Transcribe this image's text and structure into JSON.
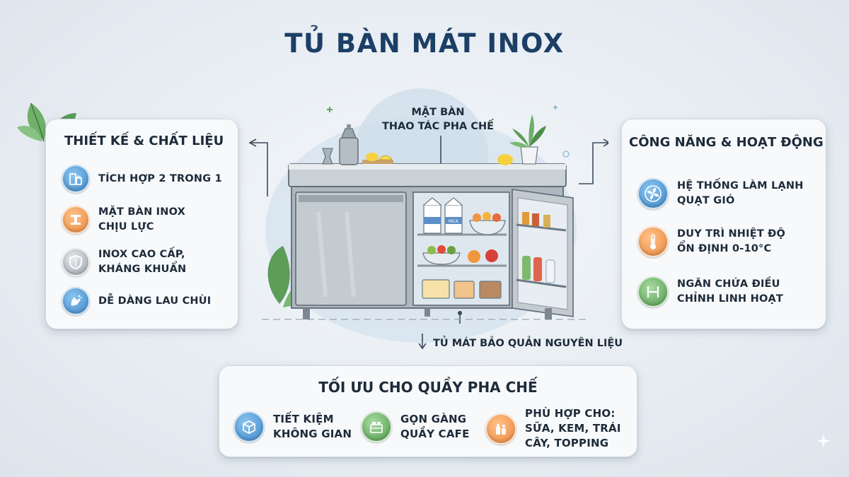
{
  "title": "TỦ BÀN MÁT INOX",
  "left_panel": {
    "title": "THIẾT KẾ & CHẤT LIỆU",
    "items": [
      {
        "icon": "fridge-combo-icon",
        "line1": "TÍCH HỢP 2 TRONG 1",
        "line2": ""
      },
      {
        "icon": "steel-beam-icon",
        "line1": "MẶT BÀN INOX",
        "line2": "CHỊU LỰC"
      },
      {
        "icon": "shield-icon",
        "line1": "INOX CAO CẤP,",
        "line2": "KHÁNG KHUẨN"
      },
      {
        "icon": "cleaning-hand-icon",
        "line1": "DỄ DÀNG LAU CHÙI",
        "line2": ""
      }
    ]
  },
  "right_panel": {
    "title": "CÔNG NĂNG & HOẠT ĐỘNG",
    "items": [
      {
        "icon": "fan-icon",
        "line1": "HỆ THỐNG LÀM LẠNH",
        "line2": "QUẠT GIÓ"
      },
      {
        "icon": "thermometer-icon",
        "line1": "DUY TRÌ NHIỆT ĐỘ",
        "line2": "ỔN ĐỊNH 0-10°C"
      },
      {
        "icon": "shelf-adjust-icon",
        "line1": "NGĂN CHỨA ĐIỀU",
        "line2": "CHỈNH LINH HOẠT"
      }
    ]
  },
  "bottom_panel": {
    "title": "TỐI ƯU CHO QUẦY PHA CHẾ",
    "items": [
      {
        "icon": "box-icon",
        "line1": "TIẾT KIỆM",
        "line2": "KHÔNG GIAN",
        "line3": ""
      },
      {
        "icon": "cafe-counter-icon",
        "line1": "GỌN GÀNG",
        "line2": "QUẦY CAFE",
        "line3": ""
      },
      {
        "icon": "drinks-icon",
        "line1": "PHÙ HỢP CHO:",
        "line2": "SỮA, KEM, TRÁI",
        "line3": "CÂY, TOPPING"
      }
    ]
  },
  "callouts": {
    "top_line1": "MẶT BÀN",
    "top_line2": "THAO TÁC PHA CHẾ",
    "bottom": "TỦ MÁT BẢO QUẢN NGUYÊN LIỆU"
  },
  "illustration": {
    "milk_label": "MILK"
  },
  "colors": {
    "title": "#1c3f66",
    "blue_icon": "#3d86c8",
    "orange_icon": "#e8863a",
    "grey_icon": "#9aa3ac",
    "green_icon": "#4f9b4a"
  }
}
